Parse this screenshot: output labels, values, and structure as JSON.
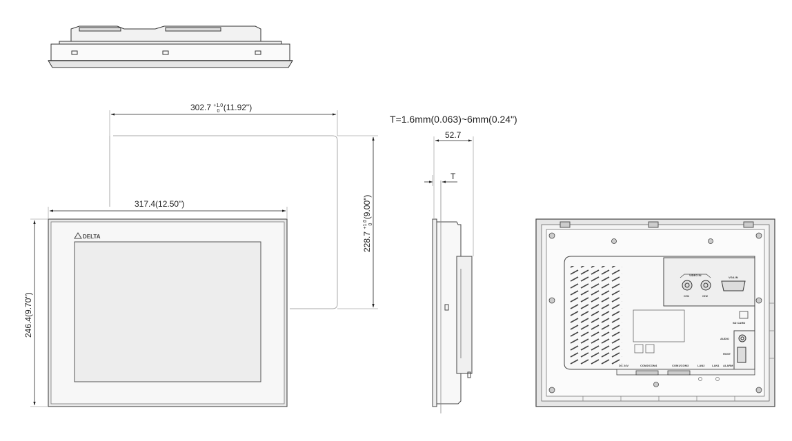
{
  "dimensions": {
    "cutout_width": "302.7",
    "cutout_width_tol_plus": "+1.0",
    "cutout_width_tol_minus": "0",
    "cutout_width_inch": "(11.92\")",
    "cutout_height": "228.7",
    "cutout_height_tol_plus": "+1.0",
    "cutout_height_tol_minus": "0",
    "cutout_height_inch": "(9.00\")",
    "panel_width": "317.4(12.50\")",
    "panel_height": "246.4(9.70\")",
    "depth": "52.7",
    "thickness_label": "T",
    "thickness_note": "T=1.6mm(0.063)~6mm(0.24\")"
  },
  "front_logo": "DELTA",
  "rear_labels": {
    "video_in": "VIDEO IN",
    "ch1": "CH1",
    "ch2": "CH2",
    "vga_in": "VGA IN",
    "sd_card": "SD CARD",
    "audio": "AUDIO",
    "usb_host": "HOST",
    "dc_24v": "DC 24V",
    "com2_com4": "COM2/COM4",
    "com1_com3": "COM1/COM3",
    "lan2": "LAN2",
    "lan1": "LAN1",
    "alarm": "ALARM"
  }
}
